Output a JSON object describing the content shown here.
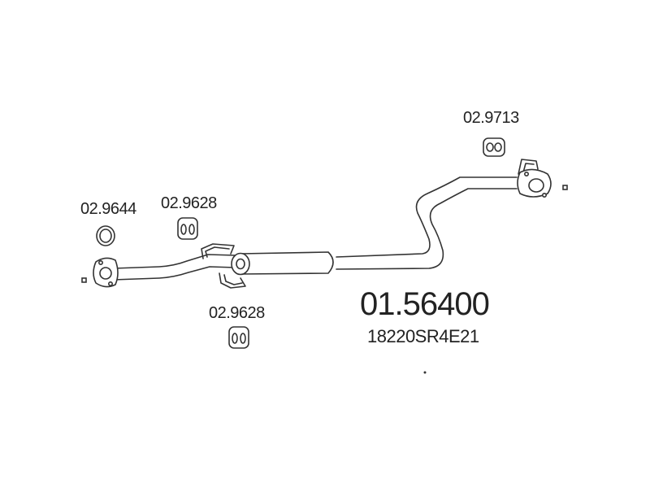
{
  "labels": {
    "gasket": "02.9644",
    "hanger_front": "02.9628",
    "hanger_mid": "02.9628",
    "hanger_rear": "02.9713",
    "part_number": "01.56400",
    "oem_number": "18220SR4E21"
  },
  "colors": {
    "line": "#333333",
    "text": "#222222",
    "background": "#ffffff"
  }
}
